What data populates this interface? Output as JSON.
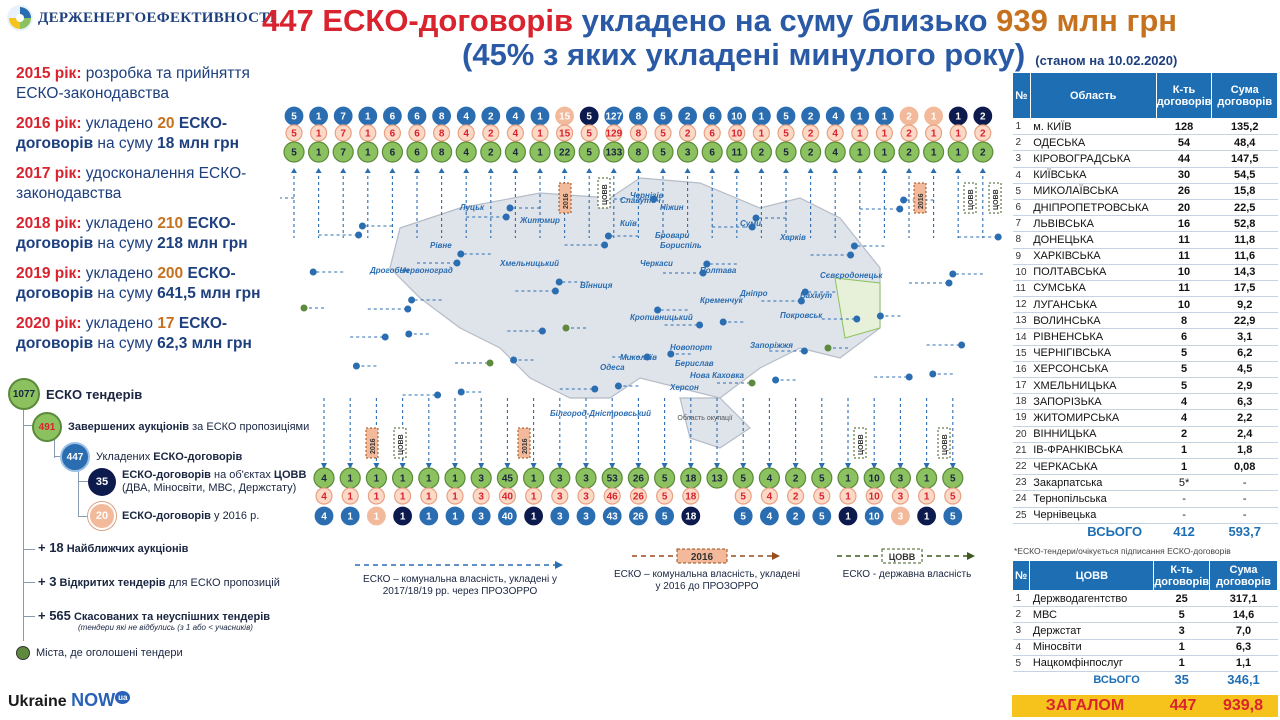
{
  "header": {
    "org": "ДЕРЖЕНЕРГОЕФЕКТИВНОСТІ",
    "title_p1": "447 ЕСКО-договорів",
    "title_p2": " укладено на суму близько ",
    "title_p3": "939 млн грн",
    "title_line2": "(45% з яких укладені минулого року)",
    "title_date": "(станом на 10.02.2020)"
  },
  "years": [
    {
      "y": "2015 рік:",
      "t": " розробка  та прийняття ЕСКО-законодавства"
    },
    {
      "y": "2016 рік:",
      "t": " укладено ",
      "n": "20",
      "t2": " ЕСКО-договорів",
      "t3": " на суму ",
      "sum": "18 млн грн"
    },
    {
      "y": "2017 рік:",
      "t": " удосконалення  ЕСКО-законодавства"
    },
    {
      "y": "2018 рік:",
      "t": " укладено ",
      "n": "210",
      "t2": " ЕСКО-договорів",
      "t3": " на суму ",
      "sum": "218 млн грн"
    },
    {
      "y": "2019 рік:",
      "t": " укладено ",
      "n": "200",
      "t2": " ЕСКО-договорів",
      "t3": " на суму ",
      "sum": "641,5 млн грн"
    },
    {
      "y": "2020 рік:",
      "t": " укладено ",
      "n": "17",
      "t2": " ЕСКО-договорів",
      "t3": " на суму ",
      "sum": "62,3 млн грн"
    }
  ],
  "tree": {
    "n1": "1077",
    "l1": "ЕСКО тендерів",
    "n2": "491",
    "l2a": "Завершених аукціонів",
    "l2b": " за ЕСКО пропозиціями",
    "n3": "447",
    "l3a": "Укладених ",
    "l3b": "ЕСКО-договорів",
    "n4": "35",
    "l4a": "ЕСКО-договорів",
    "l4b": " на об'єктах ",
    "l4c": "ЦОВВ",
    "l4d": "(ДВА, Міносвіти, МВС, Держстату)",
    "n5": "20",
    "l5a": "ЕСКО-договорів",
    "l5b": " у 2016 р.",
    "p1n": "+ 18",
    "p1": " Найближчих аукціонів",
    "p2n": "+ 3",
    "p2": " Відкритих тендерів",
    "p2b": " для ЕСКО пропозицій",
    "p3n": "+ 565",
    "p3": " Скасованих та неуспішних тендерів",
    "p3b": "(тендери які не відбулись (з 1 або < учасників)",
    "cities": "Міста, де оголошені тендери"
  },
  "brand": {
    "a": "Ukraine ",
    "b": "NOW",
    "c": "ua"
  },
  "diagram": {
    "top_cols": [
      {
        "top": "5",
        "mid": "5",
        "bot": "5"
      },
      {
        "top": "1",
        "mid": "1",
        "bot": "1"
      },
      {
        "top": "7",
        "mid": "7",
        "bot": "7"
      },
      {
        "top": "1",
        "mid": "1",
        "bot": "1"
      },
      {
        "top": "6",
        "mid": "6",
        "bot": "6"
      },
      {
        "top": "6",
        "mid": "6",
        "bot": "6"
      },
      {
        "top": "8",
        "mid": "8",
        "bot": "8"
      },
      {
        "top": "4",
        "mid": "4",
        "bot": "4"
      },
      {
        "top": "2",
        "mid": "2",
        "bot": "2"
      },
      {
        "top": "4",
        "mid": "4",
        "bot": "4"
      },
      {
        "top": "1",
        "mid": "1",
        "bot": "1"
      },
      {
        "top": "15",
        "mid": "15",
        "bot": "22",
        "topColor": "#f2b99a"
      },
      {
        "top": "5",
        "mid": "5",
        "bot": "5",
        "topColor": "#0d1a4d"
      },
      {
        "top": "127",
        "mid": "129",
        "bot": "133"
      },
      {
        "top": "8",
        "mid": "8",
        "bot": "8"
      },
      {
        "top": "5",
        "mid": "5",
        "bot": "5"
      },
      {
        "top": "2",
        "mid": "2",
        "bot": "3"
      },
      {
        "top": "6",
        "mid": "6",
        "bot": "6"
      },
      {
        "top": "10",
        "mid": "10",
        "bot": "11"
      },
      {
        "top": "1",
        "mid": "1",
        "bot": "2"
      },
      {
        "top": "5",
        "mid": "5",
        "bot": "5"
      },
      {
        "top": "2",
        "mid": "2",
        "bot": "2"
      },
      {
        "top": "4",
        "mid": "4",
        "bot": "4"
      },
      {
        "top": "1",
        "mid": "1",
        "bot": "1"
      },
      {
        "top": "1",
        "mid": "1",
        "bot": "1"
      },
      {
        "top": "2",
        "mid": "2",
        "bot": "2",
        "topColor": "#f2b99a"
      },
      {
        "top": "1",
        "mid": "1",
        "bot": "1",
        "topColor": "#f2b99a"
      },
      {
        "top": "1",
        "mid": "1",
        "bot": "1",
        "topColor": "#0d1a4d"
      },
      {
        "top": "2",
        "mid": "2",
        "bot": "2",
        "topColor": "#0d1a4d"
      }
    ],
    "bottom_cols": [
      {
        "top": "4",
        "mid": "4",
        "bot": "4"
      },
      {
        "top": "1",
        "mid": "1",
        "bot": "1"
      },
      {
        "top": "1",
        "mid": "1",
        "bot": "1",
        "botColor": "#f2b99a"
      },
      {
        "top": "1",
        "mid": "1",
        "bot": "1",
        "botColor": "#0d1a4d"
      },
      {
        "top": "1",
        "mid": "1",
        "bot": "1"
      },
      {
        "top": "1",
        "mid": "1",
        "bot": "1"
      },
      {
        "top": "3",
        "mid": "3",
        "bot": "3"
      },
      {
        "top": "45",
        "mid": "40",
        "bot": "40"
      },
      {
        "top": "1",
        "mid": "1",
        "bot": "1",
        "botColor": "#0d1a4d"
      },
      {
        "top": "3",
        "mid": "3",
        "bot": "3"
      },
      {
        "top": "3",
        "mid": "3",
        "bot": "3"
      },
      {
        "top": "53",
        "mid": "46",
        "bot": "43"
      },
      {
        "top": "26",
        "mid": "26",
        "bot": "26"
      },
      {
        "top": "5",
        "mid": "5",
        "bot": "5"
      },
      {
        "top": "18",
        "mid": "18",
        "bot": "18",
        "botColor": "#0d1a4d"
      },
      {
        "top": "13",
        "mid": "",
        "bot": ""
      },
      {
        "top": "5",
        "mid": "5",
        "bot": "5"
      },
      {
        "top": "4",
        "mid": "4",
        "bot": "4"
      },
      {
        "top": "2",
        "mid": "2",
        "bot": "2"
      },
      {
        "top": "5",
        "mid": "5",
        "bot": "5"
      },
      {
        "top": "1",
        "mid": "1",
        "bot": "1",
        "botColor": "#0d1a4d"
      },
      {
        "top": "10",
        "mid": "10",
        "bot": "10"
      },
      {
        "top": "3",
        "mid": "3",
        "bot": "3",
        "botColor": "#f2b99a"
      },
      {
        "top": "1",
        "mid": "1",
        "bot": "1",
        "botColor": "#0d1a4d"
      },
      {
        "top": "5",
        "mid": "5",
        "bot": "5"
      }
    ],
    "tag2016": "2016",
    "tagcovv": "ЦОВВ",
    "cities": [
      "Луцьк",
      "Рівне",
      "Житомир",
      "Київ",
      "Суми",
      "Харків",
      "Полтава",
      "Черкаси",
      "Вінниця",
      "Хмельницький",
      "Чернігів",
      "Кропивницький",
      "Дніпро",
      "Запоріжжя",
      "Одеса",
      "Миколаїв",
      "Херсон",
      "Білгород-Дністровський",
      "Дрогобич",
      "Червоноград",
      "Кременчук",
      "Славутич",
      "Ніжин",
      "Бровари",
      "Бориспіль",
      "Покровськ",
      "Бахмут",
      "Сєвєродонецьк",
      "Новопорт",
      "Берислав",
      "Нова Каховка"
    ],
    "crimea_label": "Область окупації",
    "leg1": "ЕСКО – комунальна власність, укладені у 2017/18/19 рр. через ПРОЗОРРО",
    "leg2": "ЕСКО – комунальна власність, укладені у 2016 до ПРОЗОРРО",
    "leg3": "ЕСКО - державна власність"
  },
  "regions": {
    "h_no": "№",
    "h_name": "Область",
    "h_cnt": "К-ть договорів",
    "h_sum": "Сума договорів",
    "rows": [
      [
        "1",
        "м. КИЇВ",
        "128",
        "135,2"
      ],
      [
        "2",
        "ОДЕСЬКА",
        "54",
        "48,4"
      ],
      [
        "3",
        "КІРОВОГРАДСЬКА",
        "44",
        "147,5"
      ],
      [
        "4",
        "КИЇВСЬКА",
        "30",
        "54,5"
      ],
      [
        "5",
        "МИКОЛАЇВСЬКА",
        "26",
        "15,8"
      ],
      [
        "6",
        "ДНІПРОПЕТРОВСЬКА",
        "20",
        "22,5"
      ],
      [
        "7",
        "ЛЬВІВСЬКА",
        "16",
        "52,8"
      ],
      [
        "8",
        "ДОНЕЦЬКА",
        "11",
        "11,8"
      ],
      [
        "9",
        "ХАРКІВСЬКА",
        "11",
        "11,6"
      ],
      [
        "10",
        "ПОЛТАВСЬКА",
        "10",
        "14,3"
      ],
      [
        "11",
        "СУМСЬКА",
        "11",
        "17,5"
      ],
      [
        "12",
        "ЛУГАНСЬКА",
        "10",
        "9,2"
      ],
      [
        "13",
        "ВОЛИНСЬКА",
        "8",
        "22,9"
      ],
      [
        "14",
        "РІВНЕНСЬКА",
        "6",
        "3,1"
      ],
      [
        "15",
        "ЧЕРНІГІВСЬКА",
        "5",
        "6,2"
      ],
      [
        "16",
        "ХЕРСОНСЬКА",
        "5",
        "4,5"
      ],
      [
        "17",
        "ХМЕЛЬНИЦЬКА",
        "5",
        "2,9"
      ],
      [
        "18",
        "ЗАПОРІЗЬКА",
        "4",
        "6,3"
      ],
      [
        "19",
        "ЖИТОМИРСЬКА",
        "4",
        "2,2"
      ],
      [
        "20",
        "ВІННИЦЬКА",
        "2",
        "2,4"
      ],
      [
        "21",
        "ІВ-ФРАНКІВСЬКА",
        "1",
        "1,8"
      ],
      [
        "22",
        "ЧЕРКАСЬКА",
        "1",
        "0,08"
      ],
      [
        "23",
        "Закарпатська",
        "5*",
        "-"
      ],
      [
        "24",
        "Тернопільська",
        "-",
        "-"
      ],
      [
        "25",
        "Чернівецька",
        "-",
        "-"
      ]
    ],
    "total_label": "ВСЬОГО",
    "total_cnt": "412",
    "total_sum": "593,7",
    "note": "*ЕСКО-тендери/очікується підписання  ЕСКО-договорів"
  },
  "covv": {
    "h_no": "№",
    "h_name": "ЦОВВ",
    "h_cnt": "К-ть договорів",
    "h_sum": "Сума договорів",
    "rows": [
      [
        "1",
        "Держводагентство",
        "25",
        "317,1"
      ],
      [
        "2",
        "МВС",
        "5",
        "14,6"
      ],
      [
        "3",
        "Держстат",
        "3",
        "7,0"
      ],
      [
        "4",
        "Міносвіти",
        "1",
        "6,3"
      ],
      [
        "5",
        "Нацкомфінпослуг",
        "1",
        "1,1"
      ]
    ],
    "total_label": "ВСЬОГО",
    "total_cnt": "35",
    "total_sum": "346,1"
  },
  "grand": {
    "label": "ЗАГАЛОМ",
    "cnt": "447",
    "sum": "939,8"
  },
  "colors": {
    "blue": "#2a6db1",
    "red": "#d9232e",
    "green": "#8cc160",
    "navy": "#0d1a4d",
    "peach": "#f2b99a",
    "orange": "#c5711e"
  }
}
